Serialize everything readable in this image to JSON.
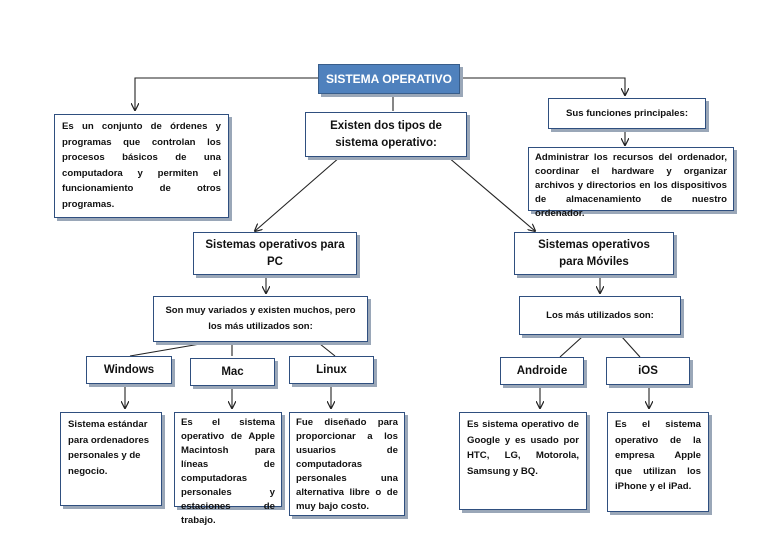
{
  "root": "SISTEMA OPERATIVO",
  "definition": "Es un conjunto de órdenes y programas que controlan los procesos básicos de una computadora y permiten el funcionamiento de otros programas.",
  "types_heading": "Existen dos tipos de sistema operativo:",
  "functions_heading": "Sus funciones principales:",
  "functions_text": "Administrar los recursos del ordenador, coordinar el hardware y organizar archivos y directorios en los dispositivos de almacenamiento de nuestro ordenador.",
  "pc": {
    "heading": "Sistemas operativos para PC",
    "note": "Son muy variados y existen muchos, pero los más utilizados son:",
    "os": [
      {
        "name": "Windows",
        "desc": "Sistema estándar para ordenadores personales y de negocio."
      },
      {
        "name": "Mac",
        "desc": "Es el sistema operativo de Apple Macintosh para líneas de computadoras personales y estaciones de trabajo."
      },
      {
        "name": "Linux",
        "desc": "Fue diseñado para proporcionar a los usuarios de computadoras personales una alternativa libre o de muy bajo costo."
      }
    ]
  },
  "mobile": {
    "heading": "Sistemas operativos para Móviles",
    "note": "Los más utilizados son:",
    "os": [
      {
        "name": "Androide",
        "desc": "Es sistema operativo de Google y es usado por HTC, LG, Motorola, Samsung y BQ."
      },
      {
        "name": "iOS",
        "desc": "Es el sistema operativo de la empresa Apple que utilizan los iPhone y el iPad."
      }
    ]
  },
  "colors": {
    "title_fill": "#4f81bd",
    "border": "#2f4f7f",
    "shadow": "#9aa7b8"
  }
}
